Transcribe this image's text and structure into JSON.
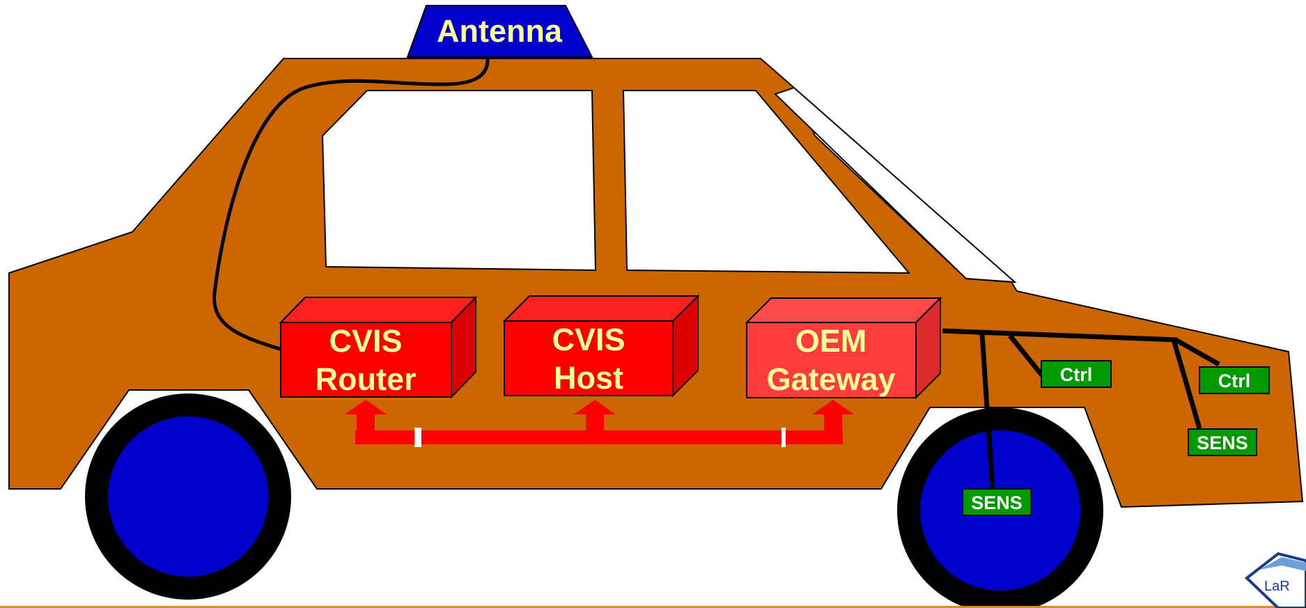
{
  "antenna": {
    "label": "Antenna"
  },
  "units": {
    "cvis_router": {
      "line1": "CVIS",
      "line2": "Router"
    },
    "cvis_host": {
      "line1": "CVIS",
      "line2": "Host"
    },
    "oem_gateway": {
      "line1": "OEM",
      "line2": "Gateway"
    }
  },
  "tags": {
    "ctrl_front": "Ctrl",
    "ctrl_rear": "Ctrl",
    "sens_engine": "SENS",
    "sens_wheel": "SENS"
  },
  "logo": {
    "text": "LaR"
  },
  "colors": {
    "car_body": "#cc6600",
    "wheel": "#0000cc",
    "tire": "#000000",
    "unit_red": "#ff0000",
    "unit_gateway": "#ff3b3b",
    "unit_text": "#ffff99",
    "tag_green": "#009900",
    "antenna_blue": "#0000cc",
    "bus_arrow": "#ff0000",
    "bottom_rule": "#e08a20"
  }
}
